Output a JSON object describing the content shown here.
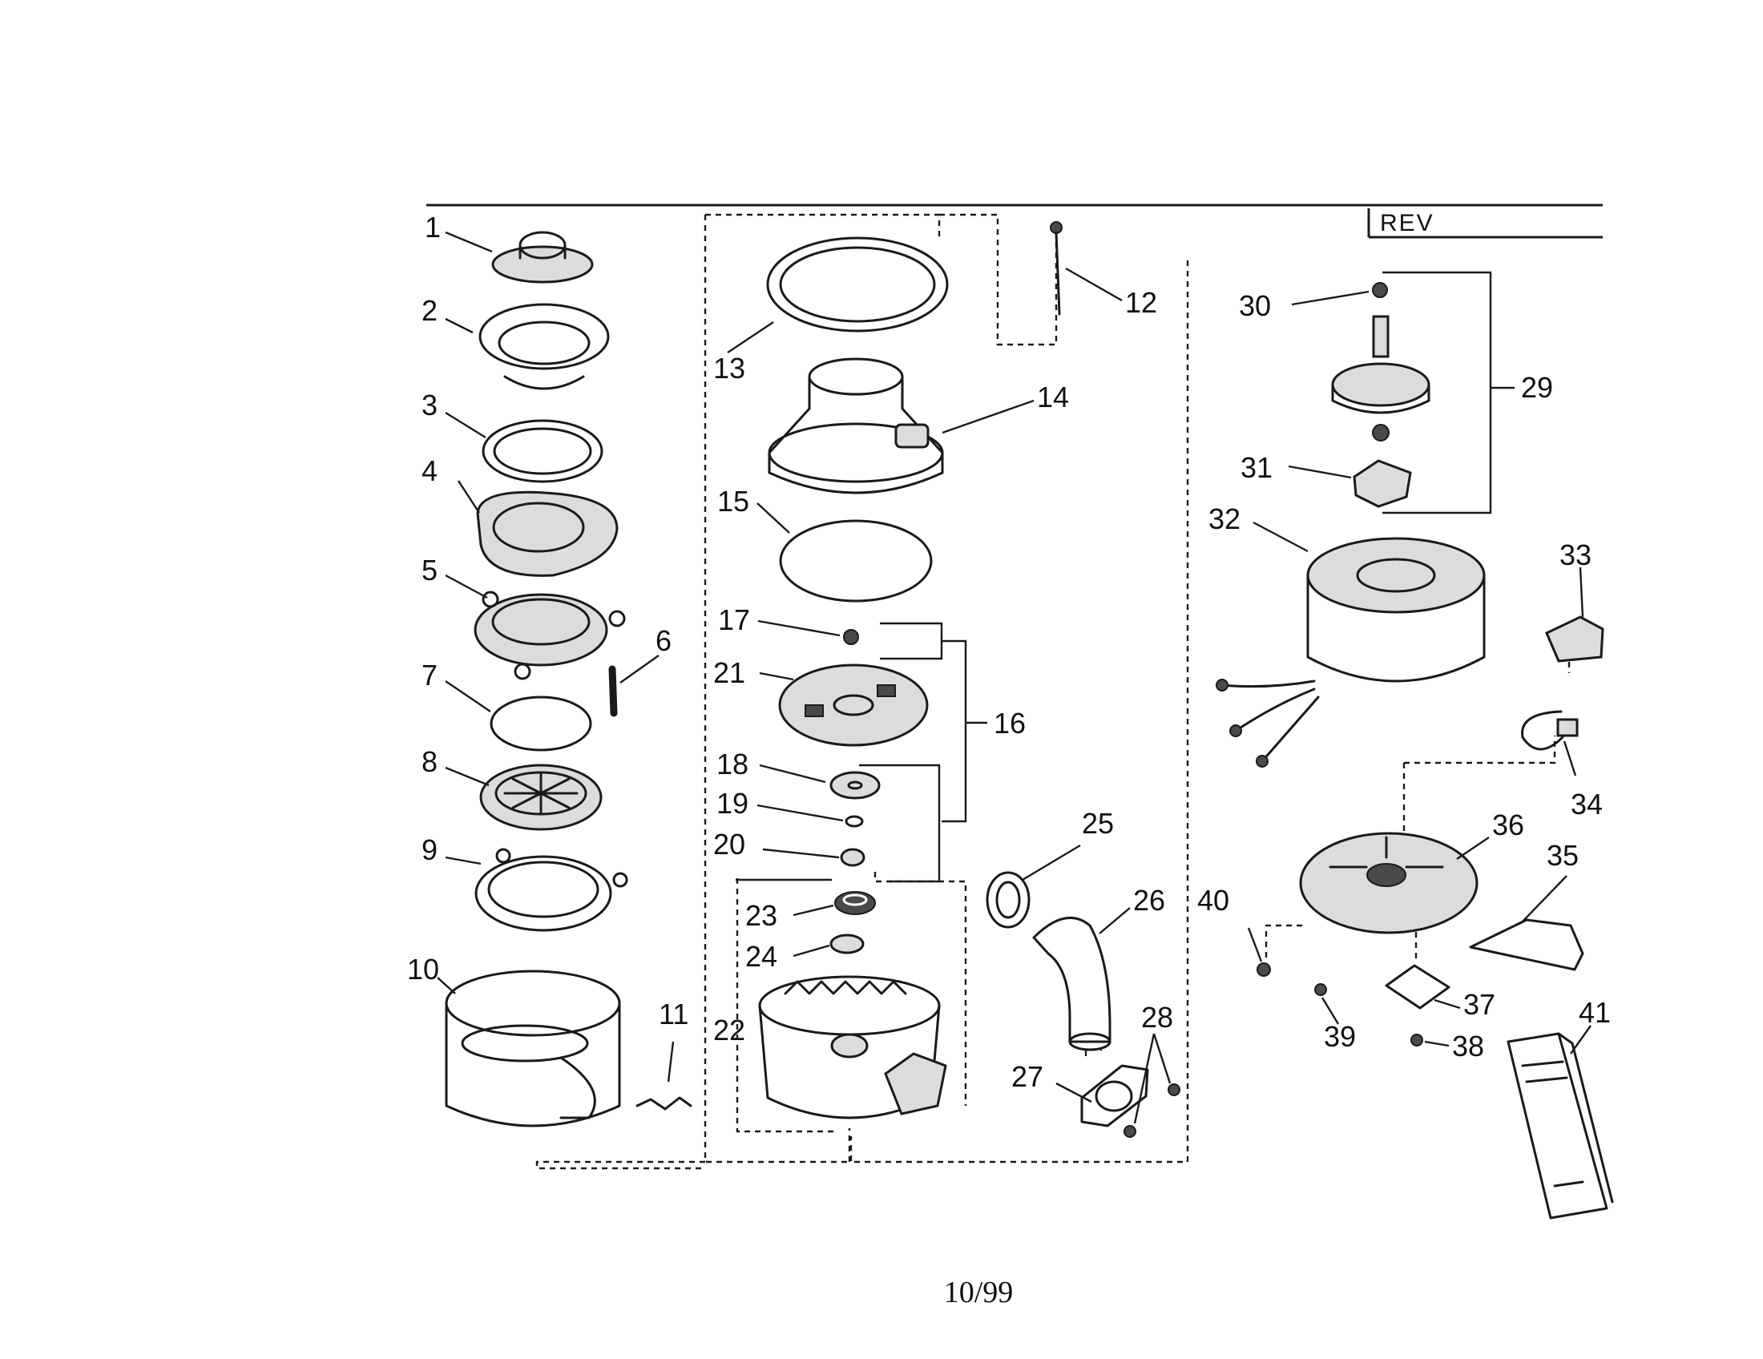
{
  "header": {
    "rev_label": "REV"
  },
  "parts": [
    {
      "id": "1",
      "label": "1"
    },
    {
      "id": "2",
      "label": "2"
    },
    {
      "id": "3",
      "label": "3"
    },
    {
      "id": "4",
      "label": "4"
    },
    {
      "id": "5",
      "label": "5"
    },
    {
      "id": "6",
      "label": "6"
    },
    {
      "id": "7",
      "label": "7"
    },
    {
      "id": "8",
      "label": "8"
    },
    {
      "id": "9",
      "label": "9"
    },
    {
      "id": "10",
      "label": "10"
    },
    {
      "id": "11",
      "label": "11"
    },
    {
      "id": "12",
      "label": "12"
    },
    {
      "id": "13",
      "label": "13"
    },
    {
      "id": "14",
      "label": "14"
    },
    {
      "id": "15",
      "label": "15"
    },
    {
      "id": "16",
      "label": "16"
    },
    {
      "id": "17",
      "label": "17"
    },
    {
      "id": "18",
      "label": "18"
    },
    {
      "id": "19",
      "label": "19"
    },
    {
      "id": "20",
      "label": "20"
    },
    {
      "id": "21",
      "label": "21"
    },
    {
      "id": "22",
      "label": "22"
    },
    {
      "id": "23",
      "label": "23"
    },
    {
      "id": "24",
      "label": "24"
    },
    {
      "id": "25",
      "label": "25"
    },
    {
      "id": "26",
      "label": "26"
    },
    {
      "id": "27",
      "label": "27"
    },
    {
      "id": "28",
      "label": "28"
    },
    {
      "id": "29",
      "label": "29"
    },
    {
      "id": "30",
      "label": "30"
    },
    {
      "id": "31",
      "label": "31"
    },
    {
      "id": "32",
      "label": "32"
    },
    {
      "id": "33",
      "label": "33"
    },
    {
      "id": "34",
      "label": "34"
    },
    {
      "id": "35",
      "label": "35"
    },
    {
      "id": "36",
      "label": "36"
    },
    {
      "id": "37",
      "label": "37"
    },
    {
      "id": "38",
      "label": "38"
    },
    {
      "id": "39",
      "label": "39"
    },
    {
      "id": "40",
      "label": "40"
    },
    {
      "id": "41",
      "label": "41"
    }
  ],
  "footer": {
    "page_number": "10/99"
  }
}
